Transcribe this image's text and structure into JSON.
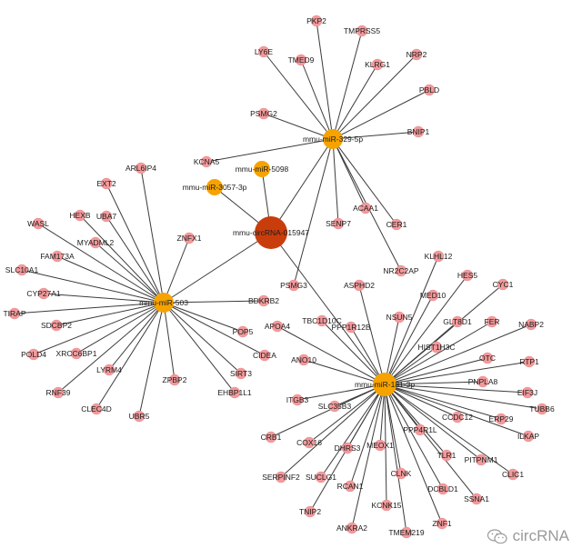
{
  "colors": {
    "gene": "#f29a9c",
    "mirna": "#f6a300",
    "circrna": "#c93d0c",
    "edge": "#3b3b3b",
    "watermark": "#9a9a9a"
  },
  "circrna": {
    "name": "mmu-circRNA-015947"
  },
  "mirnas": [
    {
      "id": "m329",
      "name": "mmu-miR-329-5p"
    },
    {
      "id": "m503",
      "name": "mmu-miR-503"
    },
    {
      "id": "m181",
      "name": "mmu-miR-181-3p"
    },
    {
      "id": "m3057",
      "name": "mmu-miR-3057-3p"
    },
    {
      "id": "m5098",
      "name": "mmu-miR-5098"
    }
  ],
  "genes_329": [
    "PKP2",
    "TMPRSS5",
    "LY6E",
    "TMED9",
    "KLRG1",
    "NRP2",
    "PBLD",
    "PSMG2",
    "BNIP1",
    "KCNA5",
    "SENP7",
    "ACAA1",
    "CER1",
    "NR2C2AP",
    "PSMG3"
  ],
  "genes_503": [
    "ARL6IP4",
    "EXT2",
    "UBA7",
    "HEXB",
    "WASL",
    "MYADML2",
    "FAM173A",
    "SLC10A1",
    "CYP27A1",
    "TIRAP",
    "SDCBP2",
    "POLD4",
    "XRCC6BP1",
    "LYRM4",
    "RNF39",
    "CLEC4D",
    "UBR5",
    "ZPBP2",
    "EHBP1L1",
    "ZNFX1",
    "BDKRB2",
    "POP5",
    "SIRT3",
    "CIDEA"
  ],
  "genes_181": [
    "KLHL12",
    "HES5",
    "CYC1",
    "MED10",
    "GLT8D1",
    "FER",
    "NABP2",
    "ASPHD2",
    "NSUN5",
    "TBC1D10C",
    "PPP1R12B",
    "APOA4",
    "ANO10",
    "HIST1H3C",
    "OTC",
    "RTP1",
    "PNPLA8",
    "EIF3J",
    "TUBB6",
    "ERP29",
    "CCDC12",
    "ILKAP",
    "PPP4R1L",
    "TLR1",
    "PITPNM1",
    "CLIC1",
    "MEOX1",
    "DCBLD1",
    "SSNA1",
    "CLNK",
    "KCNK15",
    "ZNF1",
    "TMEM219",
    "RCAN1",
    "ANKRA2",
    "SUCLG1",
    "DHRS3",
    "TNIP2",
    "SERPINF2",
    "COX16",
    "CRB1",
    "ITGB3",
    "SLC35B3"
  ],
  "watermark": {
    "text": "circRNA",
    "icon": "wechat-icon"
  }
}
